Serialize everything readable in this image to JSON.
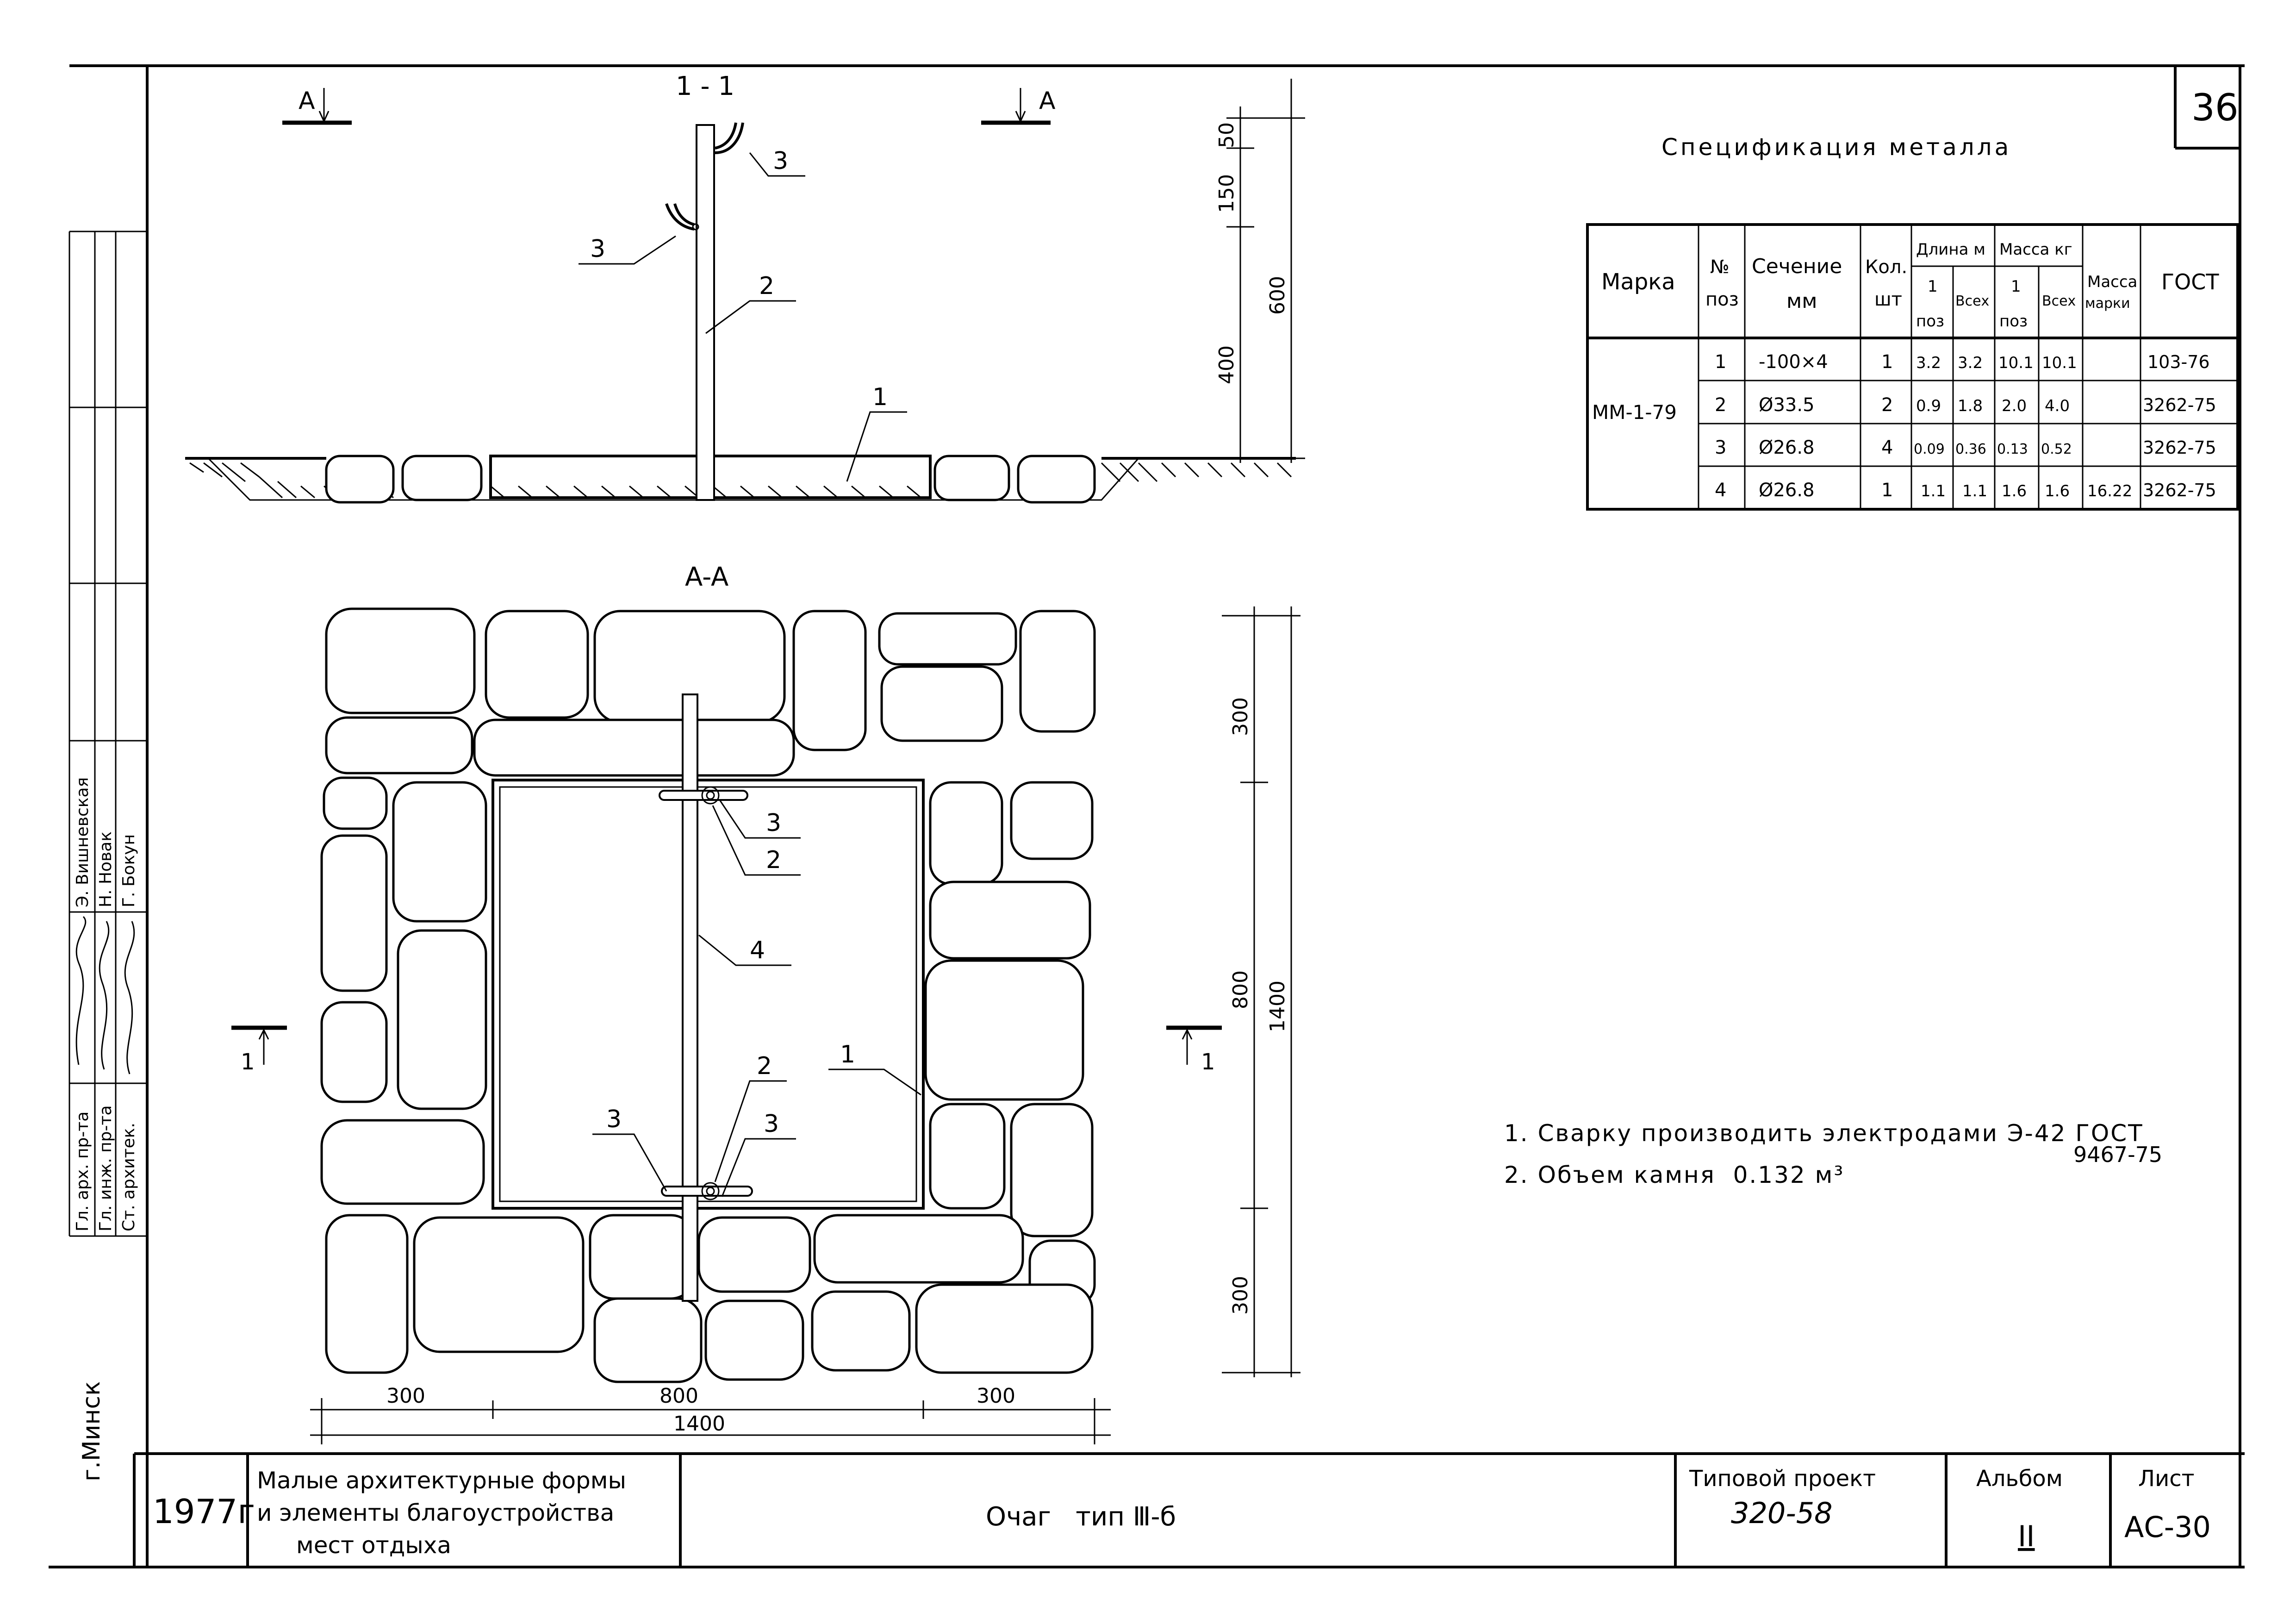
{
  "sheet": {
    "number": "36",
    "city": "г.Минск",
    "year": "1977г",
    "title_lines": [
      "Малые архитектурные формы",
      "и элементы благоустройства",
      "мест отдыха"
    ],
    "drawing_name": "Очаг   тип Ⅲ-б",
    "project_label": "Типовой проект",
    "project_value": "320-58",
    "album_label": "Альбом",
    "album_value": "II",
    "sheet_label": "Лист",
    "sheet_value": "АС-30"
  },
  "staff": [
    {
      "role": "Гл. арх. пр-та",
      "name": "Э. Вишневская"
    },
    {
      "role": "Гл. инж. пр-та",
      "name": "Н. Новак"
    },
    {
      "role": "Ст. архитек.",
      "name": "Г. Бокун"
    }
  ],
  "section_view": {
    "title": "1 - 1",
    "cut_mark_left": "A",
    "cut_mark_right": "A",
    "callouts": [
      "3",
      "3",
      "2",
      "1"
    ],
    "dims": [
      "50",
      "150",
      "400",
      "600"
    ]
  },
  "plan_view": {
    "title": "A-A",
    "cut_mark": "1",
    "callouts": [
      "3",
      "2",
      "4",
      "1",
      "2",
      "3",
      "3"
    ],
    "dims_vertical": [
      "300",
      "800",
      "300",
      "1400"
    ],
    "dims_horizontal": [
      "300",
      "800",
      "300",
      "1400"
    ]
  },
  "spec": {
    "title": "Спецификация металла",
    "headers": {
      "marka": "Марка",
      "pos": [
        "№",
        "поз"
      ],
      "section": [
        "Сечение",
        "мм"
      ],
      "qty": [
        "Кол.",
        "шт"
      ],
      "length": "Длина м",
      "mass": "Масса кг",
      "one_pos": [
        "1",
        "поз"
      ],
      "all": "Всех",
      "mark_mass": [
        "Масса",
        "марки"
      ],
      "gost": "ГОСТ"
    },
    "marka": "ММ-1-79",
    "rows": [
      {
        "pos": "1",
        "section": "-100×4",
        "qty": "1",
        "len1": "3.2",
        "lenall": "3.2",
        "m1": "10.1",
        "mall": "10.1",
        "mmark": "",
        "gost": "103-76"
      },
      {
        "pos": "2",
        "section": "Ø33.5",
        "qty": "2",
        "len1": "0.9",
        "lenall": "1.8",
        "m1": "2.0",
        "mall": "4.0",
        "mmark": "",
        "gost": "3262-75"
      },
      {
        "pos": "3",
        "section": "Ø26.8",
        "qty": "4",
        "len1": "0.09",
        "lenall": "0.36",
        "m1": "0.13",
        "mall": "0.52",
        "mmark": "",
        "gost": "3262-75"
      },
      {
        "pos": "4",
        "section": "Ø26.8",
        "qty": "1",
        "len1": "1.1",
        "lenall": "1.1",
        "m1": "1.6",
        "mall": "1.6",
        "mmark": "16.22",
        "gost": "3262-75"
      }
    ]
  },
  "notes": [
    "1. Сварку производить электродами Э-42 ГОСТ",
    "9467-75",
    "2. Объем камня  0.132 м³"
  ]
}
